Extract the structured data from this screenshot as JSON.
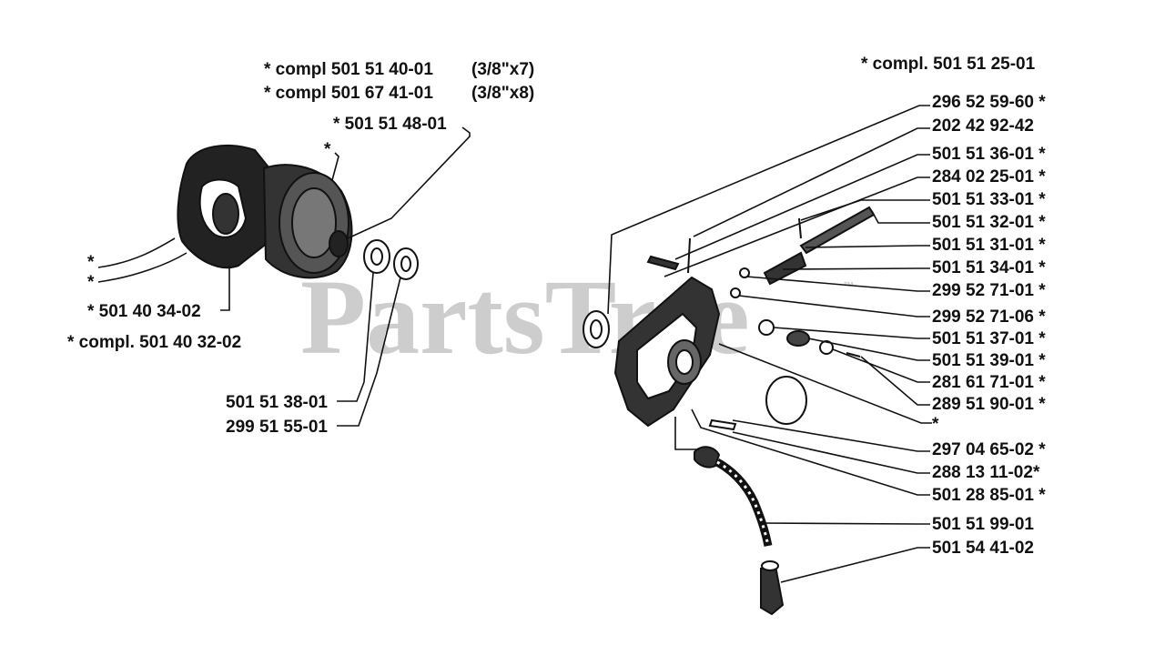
{
  "watermark": {
    "text": "PartsTree",
    "tm": "™"
  },
  "clutch_group": {
    "compl_a": "* compl 501 51 40-01",
    "compl_a_note": "(3/8\"x7)",
    "compl_b": "* compl 501 67 41-01",
    "compl_b_note": "(3/8\"x8)",
    "drum_part": "* 501 51 48-01",
    "drum_star": "*",
    "star_left_1": "*",
    "star_left_2": "*",
    "shoe_part": "* 501 40 34-02",
    "clutch_compl": "* compl.   501 40 32-02",
    "bearing_part": "501 51 38-01",
    "washer_part": "299 51 55-01"
  },
  "oil_pump_group": {
    "compl": "* compl. 501 51 25-01",
    "parts": [
      "296 52 59-60  *",
      "202 42 92-42",
      "501 51 36-01  *",
      "284 02 25-01  *",
      "501 51 33-01  *",
      "501 51 32-01  *",
      "501 51 31-01  *",
      "501 51 34-01  *",
      "299 52 71-01  *",
      "299 52 71-06  *",
      "501 51 37-01  *",
      "501 51 39-01  *",
      "281 61 71-01  *",
      "289 51 90-01  *",
      "*",
      "297 04 65-02  *",
      "288 13 11-02*",
      "501 28 85-01  *",
      "501 51 99-01",
      "501 54 41-02"
    ]
  }
}
